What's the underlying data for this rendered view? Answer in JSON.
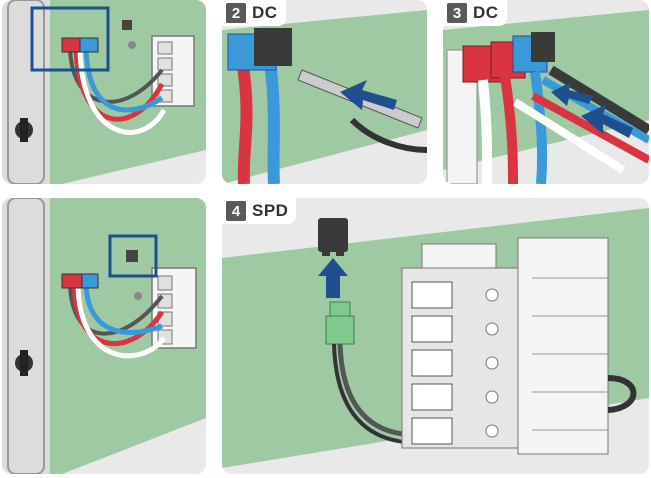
{
  "steps": [
    {
      "number": "2",
      "label": "DC"
    },
    {
      "number": "3",
      "label": "DC"
    },
    {
      "number": "4",
      "label": "SPD"
    }
  ],
  "colors": {
    "green_board": "#9ec9a3",
    "housing": "#e6e6e6",
    "dc_red": "#d9343f",
    "dc_blue": "#3a9ad9",
    "connector_dark": "#3a3a3a",
    "spd_connector": "#7fc98f",
    "arrow": "#1f4f8f",
    "highlight": "#1f4f8f",
    "step_badge": "#5a5a5a"
  },
  "icons": [
    "dc-connector-icon",
    "spd-connector-icon",
    "insert-arrow-icon",
    "terminal-block-icon"
  ]
}
